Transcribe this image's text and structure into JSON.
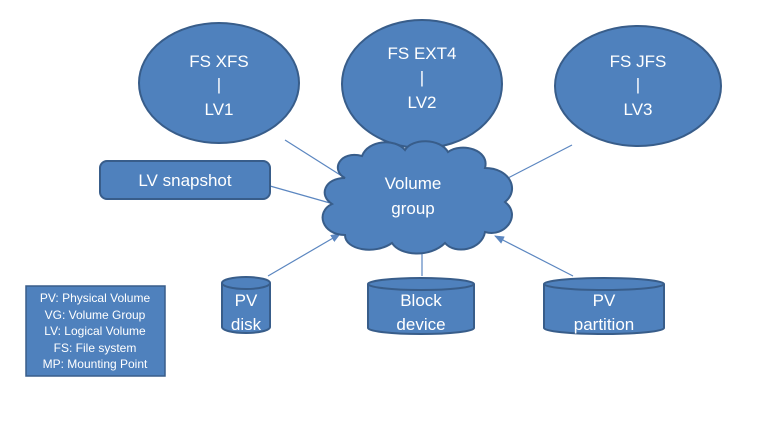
{
  "colors": {
    "shape_fill": "#4f81bd",
    "shape_stroke": "#385d8a",
    "connector": "#5b86c0",
    "text": "#ffffff"
  },
  "nodes": {
    "lv1": {
      "line1": "FS XFS",
      "line2": "|",
      "line3": "LV1"
    },
    "lv2": {
      "line1": "FS EXT4",
      "line2": "|",
      "line3": "LV2"
    },
    "lv3": {
      "line1": "FS JFS",
      "line2": "|",
      "line3": "LV3"
    },
    "snapshot": {
      "label": "LV snapshot"
    },
    "volume_group": {
      "line1": "Volume",
      "line2": "group"
    },
    "pv_disk": {
      "line1": "PV",
      "line2": "disk"
    },
    "block_device": {
      "line1": "Block",
      "line2": "device"
    },
    "pv_partition": {
      "line1": "PV",
      "line2": "partition"
    }
  },
  "legend": {
    "items": [
      "PV: Physical Volume",
      "VG: Volume Group",
      "LV: Logical Volume",
      "FS: File system",
      "MP: Mounting Point"
    ]
  }
}
